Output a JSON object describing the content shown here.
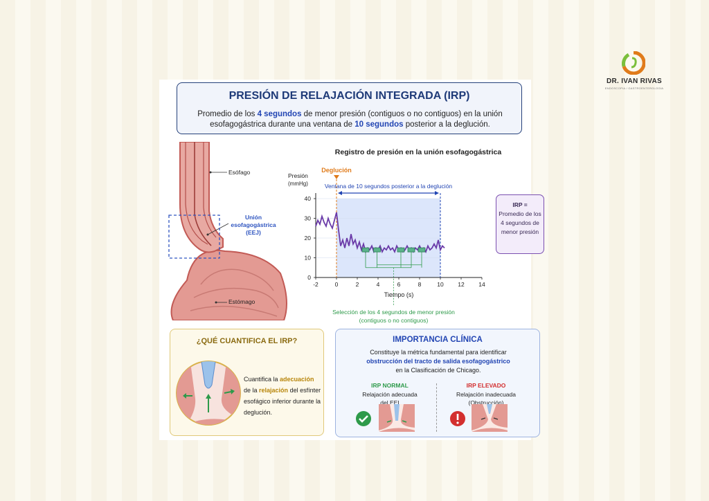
{
  "logo": {
    "name": "DR. IVAN RIVAS",
    "subtitle": "ENDOSCOPIA / GASTROENTEROLOGIA"
  },
  "header": {
    "title": "PRESIÓN DE RELAJACIÓN INTEGRADA (IRP)",
    "desc_1": "Promedio de los ",
    "desc_hl1": "4 segundos",
    "desc_2": " de menor presión (contiguos o no contiguos) en la unión esofagogástrica durante una ventana de ",
    "desc_hl2": "10 segundos",
    "desc_3": " posterior a la deglución."
  },
  "anatomy": {
    "esophagus": "Esófago",
    "ejj_1": "Unión",
    "ejj_2": "esofagogástrica",
    "ejj_3": "(EEJ)",
    "stomach": "Estómago"
  },
  "chart": {
    "title": "Registro de presión en la unión esofagogástrica",
    "swallow": "Deglución",
    "window": "Ventana de 10 segundos posterior a la deglución",
    "selection_1": "Selección de los 4 segundos de menor presión",
    "selection_2": "(contiguos o no contiguos)"
  },
  "chart_data": {
    "type": "line",
    "ylabel_1": "Presión",
    "ylabel_2": "(mmHg)",
    "xlabel": "Tiempo (s)",
    "xlim": [
      -2,
      14
    ],
    "ylim": [
      0,
      40
    ],
    "x_ticks": [
      "-2",
      "0",
      "2",
      "4",
      "6",
      "8",
      "10",
      "12",
      "14"
    ],
    "y_ticks": [
      "0",
      "10",
      "20",
      "30",
      "40"
    ],
    "series": [
      {
        "x": [
          -2,
          -1.8,
          -1.6,
          -1.4,
          -1.2,
          -1.0,
          -0.8,
          -0.6,
          -0.4,
          -0.2,
          0,
          0.2,
          0.4,
          0.6,
          0.8,
          1.0,
          1.2,
          1.4,
          1.6,
          1.8,
          2.0,
          2.2,
          2.4,
          2.6,
          2.8,
          3.0,
          3.2,
          3.4,
          3.6,
          3.8,
          4.0,
          4.2,
          4.4,
          4.6,
          4.8,
          5.0,
          5.2,
          5.4,
          5.6,
          5.8,
          6.0,
          6.2,
          6.4,
          6.6,
          6.8,
          7.0,
          7.2,
          7.4,
          7.6,
          7.8,
          8.0,
          8.2,
          8.4,
          8.6,
          8.8,
          9.0,
          9.2,
          9.4,
          9.6,
          9.8,
          10.0,
          10.2,
          10.4
        ],
        "y": [
          26,
          29,
          27,
          31,
          28,
          26,
          30,
          27,
          25,
          29,
          33,
          24,
          16,
          19,
          15,
          20,
          16,
          22,
          17,
          19,
          15,
          18,
          14,
          17,
          13,
          15,
          14,
          16,
          13,
          15,
          14,
          16,
          13,
          15,
          14,
          16,
          14,
          15,
          13,
          16,
          14,
          15,
          13,
          14,
          16,
          14,
          15,
          13,
          15,
          14,
          16,
          14,
          15,
          13,
          16,
          14,
          15,
          17,
          15,
          19,
          14,
          16,
          15
        ]
      }
    ],
    "low_segments_x": [
      2.8,
      3.9,
      6.2,
      7.2,
      8.2
    ]
  },
  "irp_box": {
    "title": "IRP =",
    "text": "Promedio de los 4 segundos de menor presión"
  },
  "what": {
    "title": "¿QUÉ CUANTIFICA EL IRP?",
    "t1": "Cuantifica la ",
    "hl1": "adecuación",
    "t2": " de la ",
    "hl2": "relajación",
    "t3": " del esfínter esofágico inferior durante la deglución."
  },
  "importance": {
    "title": "IMPORTANCIA CLÍNICA",
    "d1": "Constituye la métrica fundamental para identificar",
    "d2": "obstrucción del tracto de salida esofagogástrico",
    "d3": "en la Clasificación de Chicago.",
    "normal_title": "IRP NORMAL",
    "normal_text_1": "Relajación adecuada",
    "normal_text_2": "del EEI",
    "high_title": "IRP ELEVADO",
    "high_text_1": "Relajación inadecuada",
    "high_text_2": "(Obstrucción)"
  },
  "colors": {
    "navy": "#1e3a78",
    "blue": "#2245b3",
    "purple": "#6a3aa8",
    "green": "#2e9a4a",
    "red": "#d32f2f",
    "orange": "#e07b1a",
    "tissue": "#e39a93",
    "tissue_dark": "#c25a55"
  }
}
